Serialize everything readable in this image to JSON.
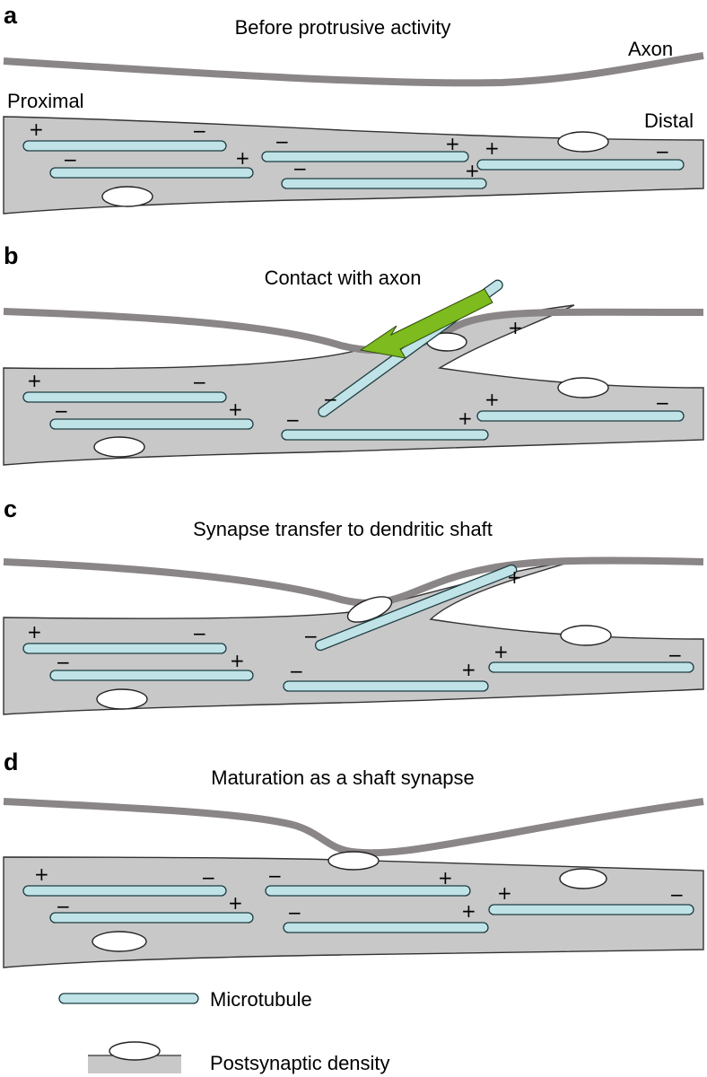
{
  "panels": [
    {
      "letter": "a",
      "title": "Before protrusive activity"
    },
    {
      "letter": "b",
      "title": "Contact with axon"
    },
    {
      "letter": "c",
      "title": "Synapse transfer to dendritic shaft"
    },
    {
      "letter": "d",
      "title": "Maturation as a shaft synapse"
    }
  ],
  "labels": {
    "axon": "Axon",
    "proximal": "Proximal",
    "distal": "Distal"
  },
  "legend": {
    "microtubule": "Microtubule",
    "psd": "Postsynaptic density"
  },
  "signs": {
    "plus": "+",
    "minus": "−"
  },
  "colors": {
    "dendrite": "#c8c8c8",
    "axon": "#8a8587",
    "microtubule": "#bfe3e6",
    "arrow": "#7dbb1e"
  }
}
